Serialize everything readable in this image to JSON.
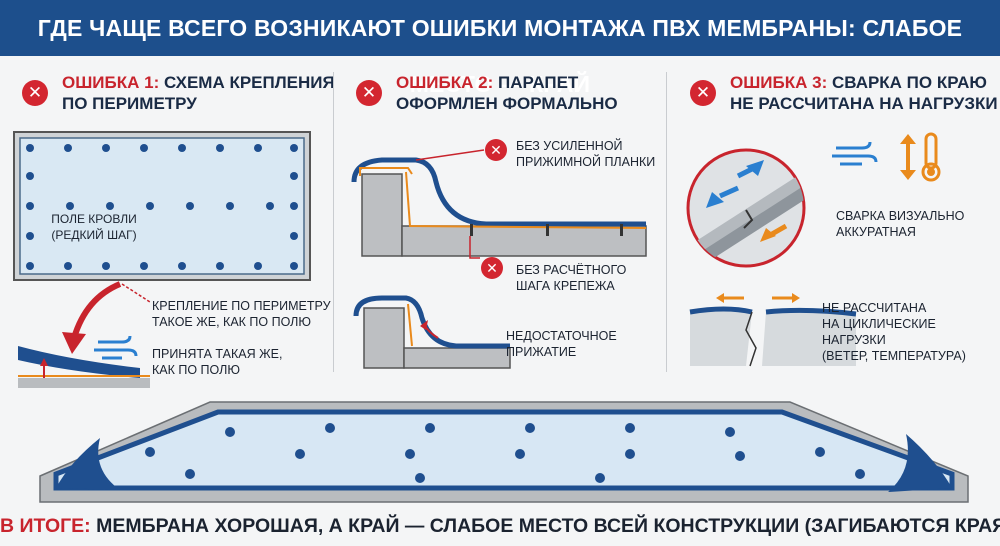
{
  "header": {
    "title": "ГДЕ ЧАЩЕ ВСЕГО ВОЗНИКАЮТ ОШИБКИ МОНТАЖА ПВХ МЕМБРАНЫ: СЛАБОЕ МЕСТО — КРАЙ"
  },
  "error_mark": "✕",
  "panels": [
    {
      "label": "ОШИБКА 1:",
      "title_line1": "СХЕМА КРЕПЛЕНИЯ",
      "title_line2": "ПО ПЕРИМЕТРУ",
      "field_label_line1": "ПОЛЕ КРОВЛИ",
      "field_label_line2": "(РЕДКИЙ ШАГ)",
      "note1_line1": "КРЕПЛЕНИЕ ПО ПЕРИМЕТРУ",
      "note1_line2": "ТАКОЕ ЖЕ, КАК ПО ПОЛЮ",
      "note2_line1": "ПРИНЯТА ТАКАЯ ЖЕ,",
      "note2_line2": "КАК ПО ПОЛЮ"
    },
    {
      "label": "ОШИБКА 2:",
      "title_line1": "ПАРАПЕТ",
      "title_line2": "ОФОРМЛЕН ФОРМАЛЬНО",
      "note1_line1": "БЕЗ УСИЛЕННОЙ",
      "note1_line2": "ПРИЖИМНОЙ ПЛАНКИ",
      "note2_line1": "БЕЗ РАСЧЁТНОГО",
      "note2_line2": "ШАГА КРЕПЕЖА",
      "note3_line1": "НЕДОСТАТОЧНОЕ",
      "note3_line2": "ПРИЖАТИЕ"
    },
    {
      "label": "ОШИБКА 3:",
      "title_line1": "СВАРКА ПО КРАЮ",
      "title_line2": "НЕ РАССЧИТАНА НА НАГРУЗКИ",
      "note1_line1": "СВАРКА ВИЗУАЛЬНО",
      "note1_line2": "АККУРАТНАЯ",
      "note2_line1": "НЕ РАССЧИТАНА",
      "note2_line2": "НА ЦИКЛИЧЕСКИЕ",
      "note2_line3": "НАГРУЗКИ",
      "note2_line4": "(ВЕТЕР, ТЕМПЕРАТУРА)",
      "icons": [
        "wind-icon",
        "thermometer-icon"
      ]
    }
  ],
  "footer": {
    "prefix": "В ИТОГЕ:",
    "text": "МЕМБРАНА ХОРОШАЯ, А КРАЙ — СЛАБОЕ МЕСТО ВСЕЙ КОНСТРУКЦИИ (ЗАГИБАЮТСЯ КРАЯ)"
  },
  "colors": {
    "header_bg": "#1d4f8c",
    "error_red": "#c8242d",
    "membrane_blue": "#1f4f8f",
    "membrane_light": "#d9e8f3",
    "accent_orange": "#e98a1c",
    "arrow_blue": "#2a7fd0"
  }
}
